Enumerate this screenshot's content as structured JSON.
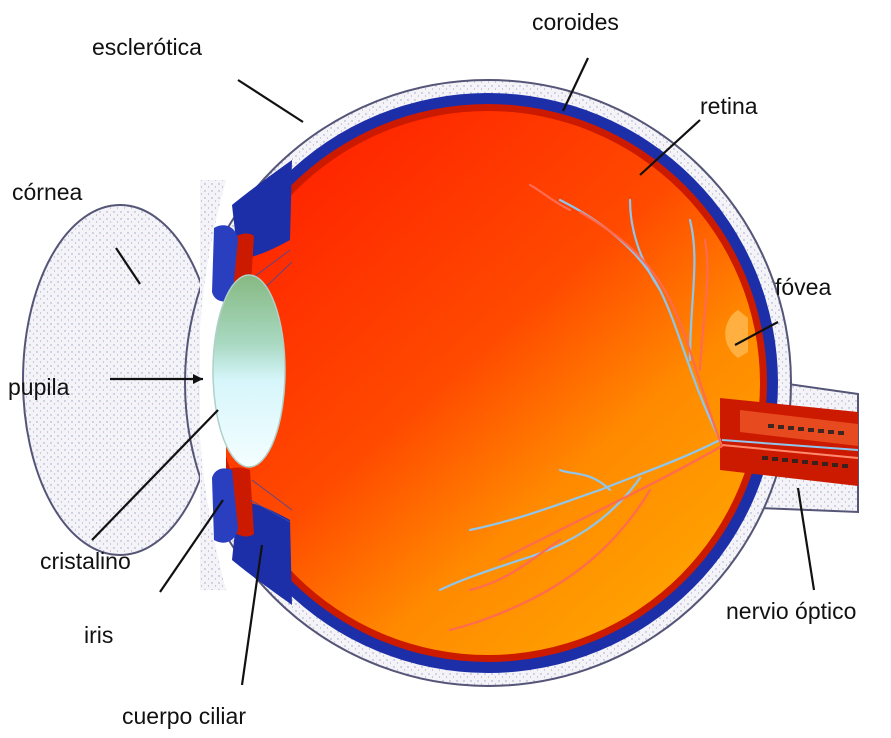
{
  "labels": {
    "esclerotica": "esclerótica",
    "coroides": "coroides",
    "retina": "retina",
    "cornea": "córnea",
    "fovea": "fóvea",
    "pupila": "pupila",
    "cristalino": "cristalino",
    "iris": "iris",
    "cuerpo_ciliar": "cuerpo ciliar",
    "nervio_optico": "nervio óptico"
  },
  "colors": {
    "sclera": "#f4f4f8",
    "sclera_outline": "#555577",
    "choroid": "#1c2fa8",
    "retina": "#cc1a00",
    "vitreous_dark": "#ff2a00",
    "vitreous_light": "#ffa000",
    "lens_top": "#8fc08a",
    "lens_bottom": "#eafcff",
    "vessel_red": "#ff5a4a",
    "vessel_blue": "#8fc6ee",
    "leader_line": "#111111"
  }
}
